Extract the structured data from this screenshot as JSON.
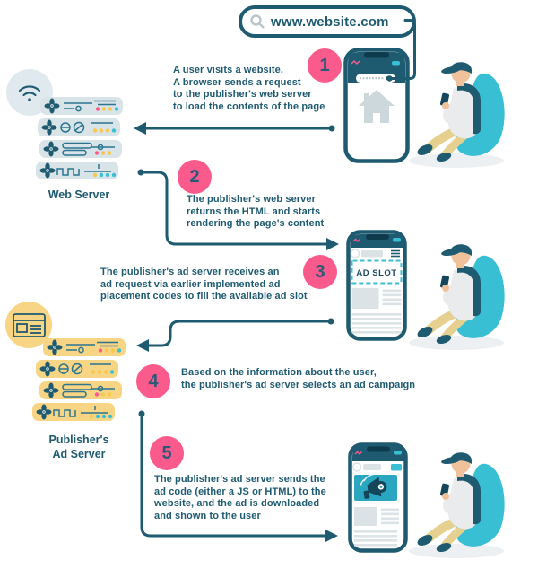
{
  "search_bar": {
    "url": "www.website.com"
  },
  "steps": [
    {
      "number": "1",
      "text": "A user visits a website.\nA browser sends a request\nto the publisher's web server\nto load the contents of the page"
    },
    {
      "number": "2",
      "text": "The publisher's web server\nreturns the HTML and starts\nrendering the page's content"
    },
    {
      "number": "3",
      "text": "The publisher's ad server receives an\nad request via earlier implemented ad\nplacement codes to fill the available ad slot"
    },
    {
      "number": "4",
      "text": "Based on the information about the user,\nthe publisher's ad server selects an ad campaign"
    },
    {
      "number": "5",
      "text": "The publisher's ad server sends the\nad code (either a JS or HTML) to the\nwebsite, and the ad is downloaded\nand shown to the user"
    }
  ],
  "servers": {
    "web": {
      "label": "Web Server"
    },
    "publisher_ad": {
      "label": "Publisher's\nAd Server"
    }
  },
  "phones": {
    "ad_slot_label": "AD SLOT"
  },
  "icons": {
    "search": "magnifier-icon",
    "wifi": "wifi-icon",
    "fan": "fan-icon",
    "home": "home-icon",
    "menu": "hamburger-icon",
    "megaphone": "megaphone-icon",
    "ad_window": "ad-window-icon"
  },
  "colors": {
    "dark_teal": "#1e5a70",
    "pink": "#fb5a8d",
    "teal": "#38bfd4",
    "banner_teal": "#2aa6c0",
    "rack_gray": "#d9e4e8",
    "rack_yellow": "#f8d584",
    "yellow_dot": "#f8c84e"
  }
}
